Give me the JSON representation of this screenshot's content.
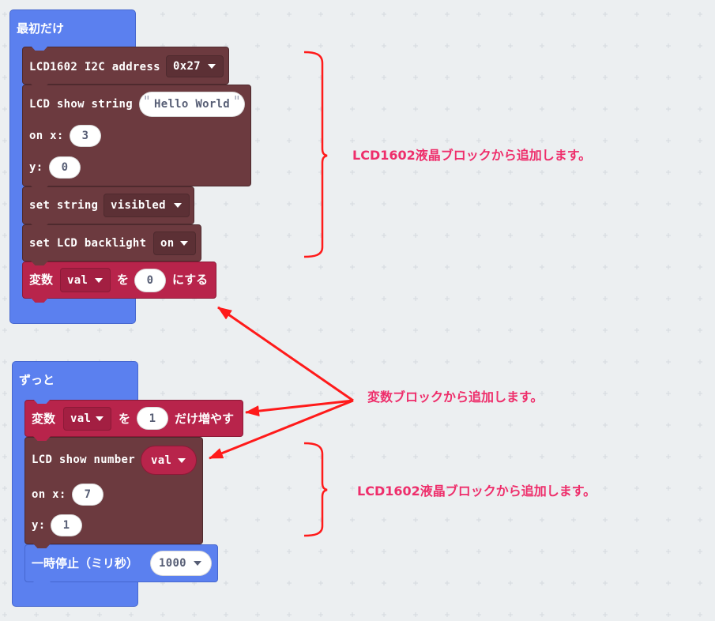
{
  "colors": {
    "canvas": "#eceff1",
    "grid": "#d5dade",
    "blue": "#5b80ef",
    "blue_dark": "#4667cf",
    "lcd": "#6c3a3f",
    "lcd_dark": "#4e2a2e",
    "lcd_field": "#5c3035",
    "var": "#b8244b",
    "var_dark": "#8c1a37",
    "var_field": "#a31f42",
    "field_text": "#575e75",
    "annot": "#ff1a1a",
    "note": "#ee2e6b"
  },
  "icons": {
    "dropdown": "dropdown-arrow-icon",
    "string_quotes": "quote-icon"
  },
  "on_start": {
    "label": "最初だけ",
    "lcd_address": {
      "label": "LCD1602 I2C address",
      "address": "0x27"
    },
    "show_string": {
      "label": "LCD show string",
      "text": "Hello World",
      "x_label": "on x:",
      "x": "3",
      "y_label": "y:",
      "y": "0"
    },
    "set_string": {
      "label": "set string",
      "mode": "visibled"
    },
    "backlight": {
      "label": "set LCD backlight",
      "state": "on"
    },
    "set_var": {
      "prefix": "変数",
      "variable": "val",
      "particle": "を",
      "value": "0",
      "suffix": "にする"
    }
  },
  "forever": {
    "label": "ずっと",
    "change_var": {
      "prefix": "変数",
      "variable": "val",
      "particle": "を",
      "value": "1",
      "suffix": "だけ増やす"
    },
    "show_number": {
      "label": "LCD show number",
      "variable": "val",
      "x_label": "on x:",
      "x": "7",
      "y_label": "y:",
      "y": "1"
    },
    "pause": {
      "label": "一時停止（ミリ秒）",
      "ms": "1000"
    }
  },
  "annotations": {
    "note_lcd_top": "LCD1602液晶ブロックから追加します。",
    "note_variables": "変数ブロックから追加します。",
    "note_lcd_bottom": "LCD1602液晶ブロックから追加します。"
  }
}
